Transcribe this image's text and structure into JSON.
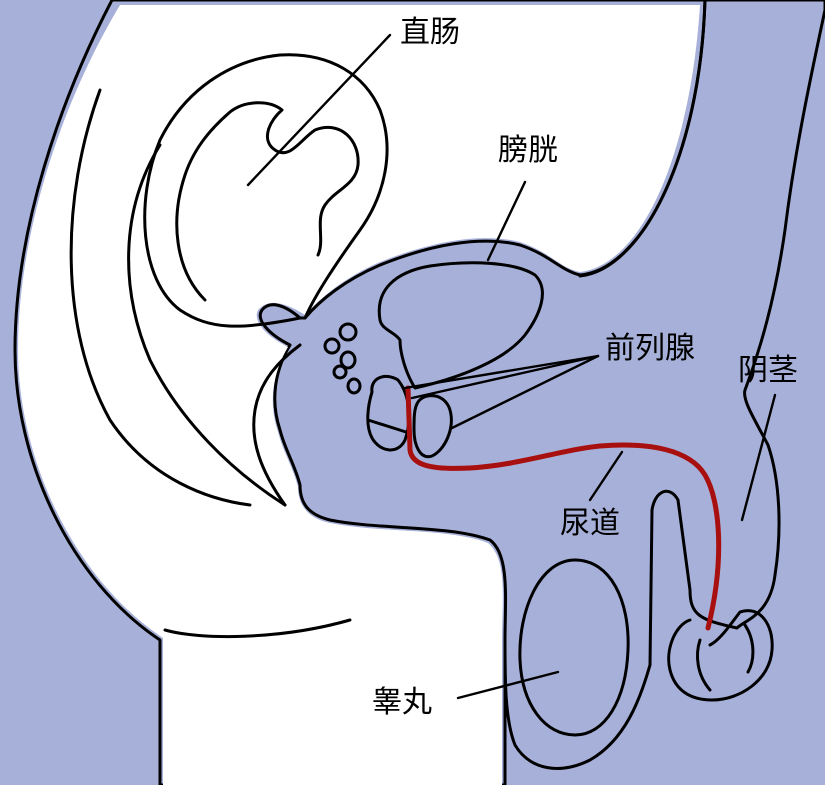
{
  "colors": {
    "background": "#a7b0d8",
    "tissue": "#ffffff",
    "outline": "#000000",
    "bladder": "#fbe8a5",
    "prostate": "#a98be8",
    "seminal_glands": "#5cb8d2",
    "urethra": "#a80f0f",
    "testicle": "#f7cfd3"
  },
  "labels": {
    "rectum": "直肠",
    "bladder": "膀胱",
    "prostate": "前列腺",
    "penis": "阴茎",
    "urethra": "尿道",
    "testicle": "睾丸"
  }
}
